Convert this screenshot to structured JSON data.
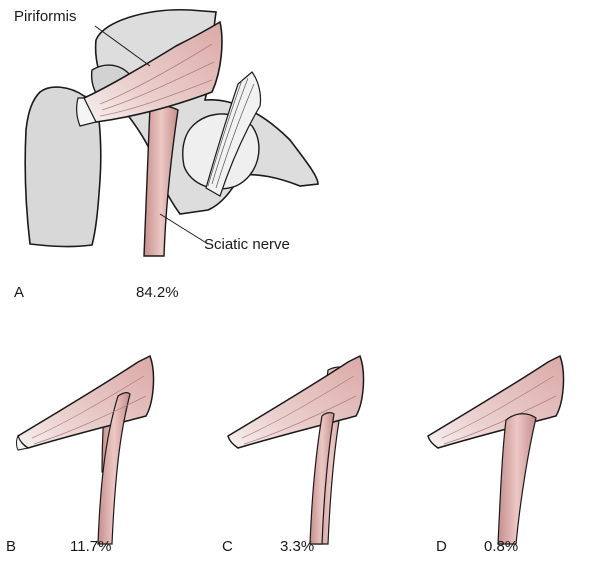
{
  "labels": {
    "piriformis": "Piriformis",
    "sciatic_nerve": "Sciatic nerve"
  },
  "panels": [
    {
      "letter": "A",
      "percent": "84.2%"
    },
    {
      "letter": "B",
      "percent": "11.7%"
    },
    {
      "letter": "C",
      "percent": "3.3%"
    },
    {
      "letter": "D",
      "percent": "0.8%"
    }
  ],
  "colors": {
    "muscle": "#e9c3c0",
    "muscle_dark": "#c98f8d",
    "tendon": "#f4f4f4",
    "bone": "#d6d6d6",
    "outline": "#1a1a1a"
  }
}
